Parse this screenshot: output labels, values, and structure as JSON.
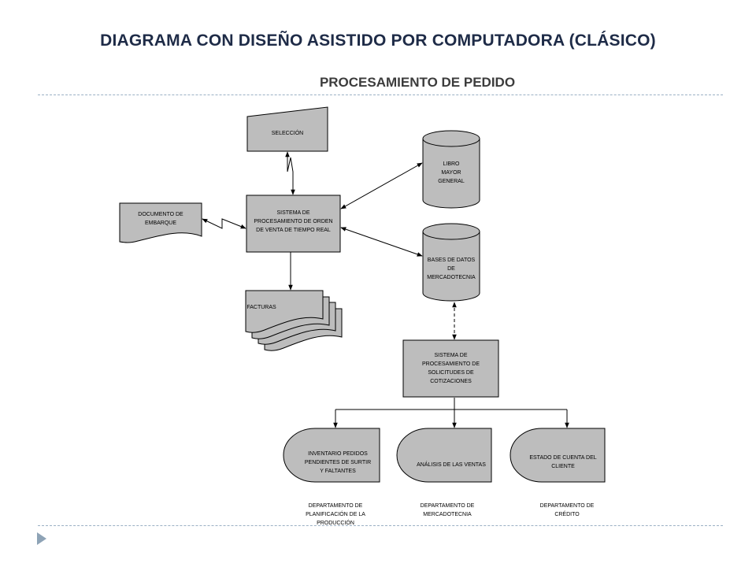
{
  "header": {
    "title": "DIAGRAMA CON DISEÑO ASISTIDO POR COMPUTADORA (CLÁSICO)",
    "subtitle": "PROCESAMIENTO DE PEDIDO"
  },
  "nodes": {
    "seleccion": "SELECCIÓN",
    "documento": "DOCUMENTO DE\nEMBARQUE",
    "sistema_orden": "SISTEMA DE\nPROCESAMIENTO DE ORDEN\nDE VENTA DE TIEMPO REAL",
    "facturas": "FACTURAS",
    "libro_mayor": "LIBRO\nMAYOR\nGENERAL",
    "bases_datos": "BASES DE DATOS\nDE\nMERCADOTECNIA",
    "sistema_solicitudes": "SISTEMA DE\nPROCESAMIENTO DE\nSOLICITUDES DE\nCOTIZACIONES",
    "inventario": "INVENTARIO PEDIDOS\nPENDIENTES DE SURTIR\nY FALTANTES",
    "analisis": "ANÁLISIS DE LAS VENTAS",
    "estado_cuenta": "ESTADO DE CUENTA DEL\nCLIENTE"
  },
  "departments": {
    "planificacion": "DEPARTAMENTO DE\nPLANIFICACIÓN DE LA\nPRODUCCIÓN",
    "mercadotecnia": "DEPARTAMENTO DE\nMERCADOTECNIA",
    "credito": "DEPARTAMENTO DE\nCRÉDITO"
  }
}
